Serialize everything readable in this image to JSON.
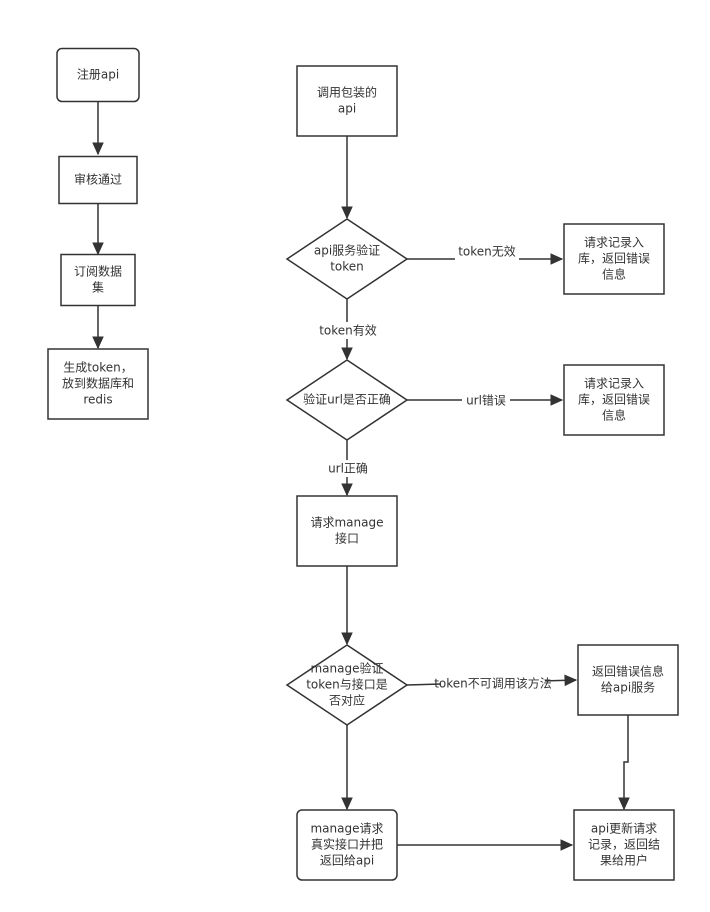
{
  "nodes": [
    {
      "id": "register-api",
      "shape": "rounded",
      "lines": [
        "注册api"
      ]
    },
    {
      "id": "review-passed",
      "shape": "rect",
      "lines": [
        "审核通过"
      ]
    },
    {
      "id": "subscribe-dataset",
      "shape": "rect",
      "lines": [
        "订阅数据",
        "集"
      ]
    },
    {
      "id": "generate-token",
      "shape": "rect",
      "lines": [
        "生成token，",
        "放到数据库和",
        "redis"
      ]
    },
    {
      "id": "call-wrapped-api",
      "shape": "rect",
      "lines": [
        "调用包装的",
        "api"
      ]
    },
    {
      "id": "verify-token",
      "shape": "diamond",
      "lines": [
        "api服务验证",
        "token"
      ]
    },
    {
      "id": "log-error-1",
      "shape": "rect",
      "lines": [
        "请求记录入",
        "库，返回错误",
        "信息"
      ]
    },
    {
      "id": "verify-url",
      "shape": "diamond",
      "lines": [
        "验证url是否正确"
      ]
    },
    {
      "id": "log-error-2",
      "shape": "rect",
      "lines": [
        "请求记录入",
        "库，返回错误",
        "信息"
      ]
    },
    {
      "id": "request-manage",
      "shape": "rect",
      "lines": [
        "请求manage",
        "接口"
      ]
    },
    {
      "id": "manage-verify",
      "shape": "diamond",
      "lines": [
        "manage验证",
        "token与接口是",
        "否对应"
      ]
    },
    {
      "id": "return-error",
      "shape": "rect",
      "lines": [
        "返回错误信息",
        "给api服务"
      ]
    },
    {
      "id": "manage-call-real",
      "shape": "rounded",
      "lines": [
        "manage请求",
        "真实接口并把",
        "返回给api"
      ]
    },
    {
      "id": "api-update-record",
      "shape": "rect",
      "lines": [
        "api更新请求",
        "记录，返回结",
        "果给用户"
      ]
    }
  ],
  "edges": [
    {
      "from": "register-api",
      "to": "review-passed",
      "label": ""
    },
    {
      "from": "review-passed",
      "to": "subscribe-dataset",
      "label": ""
    },
    {
      "from": "subscribe-dataset",
      "to": "generate-token",
      "label": ""
    },
    {
      "from": "call-wrapped-api",
      "to": "verify-token",
      "label": ""
    },
    {
      "from": "verify-token",
      "to": "log-error-1",
      "label": "token无效"
    },
    {
      "from": "verify-token",
      "to": "verify-url",
      "label": "token有效"
    },
    {
      "from": "verify-url",
      "to": "log-error-2",
      "label": "url错误"
    },
    {
      "from": "verify-url",
      "to": "request-manage",
      "label": "url正确"
    },
    {
      "from": "request-manage",
      "to": "manage-verify",
      "label": ""
    },
    {
      "from": "manage-verify",
      "to": "return-error",
      "label": "token不可调用该方法"
    },
    {
      "from": "manage-verify",
      "to": "manage-call-real",
      "label": ""
    },
    {
      "from": "return-error",
      "to": "api-update-record",
      "label": ""
    },
    {
      "from": "manage-call-real",
      "to": "api-update-record",
      "label": ""
    }
  ]
}
